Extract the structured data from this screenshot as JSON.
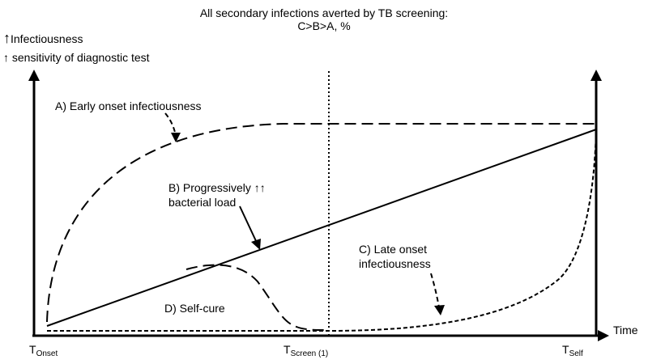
{
  "title": {
    "line1": "All secondary infections averted by TB screening:",
    "line2": "C>B>A, %"
  },
  "y_axis": {
    "label1_arrow": "↑",
    "label1": "Infectiousness",
    "label2_arrow": "↑",
    "label2": "sensitivity of diagnostic test"
  },
  "x_axis": {
    "label": "Time",
    "ticks": [
      {
        "main": "T",
        "sub": "Onset"
      },
      {
        "main": "T",
        "sub": "Screen (1)"
      },
      {
        "main": "T",
        "sub": "Self"
      }
    ]
  },
  "curves": {
    "a": "A) Early onset infectiousness",
    "b1": "B) Progressively ↑↑",
    "b2": "bacterial load",
    "c1": "C) Late onset",
    "c2": "infectiousness",
    "d": "D) Self-cure"
  }
}
